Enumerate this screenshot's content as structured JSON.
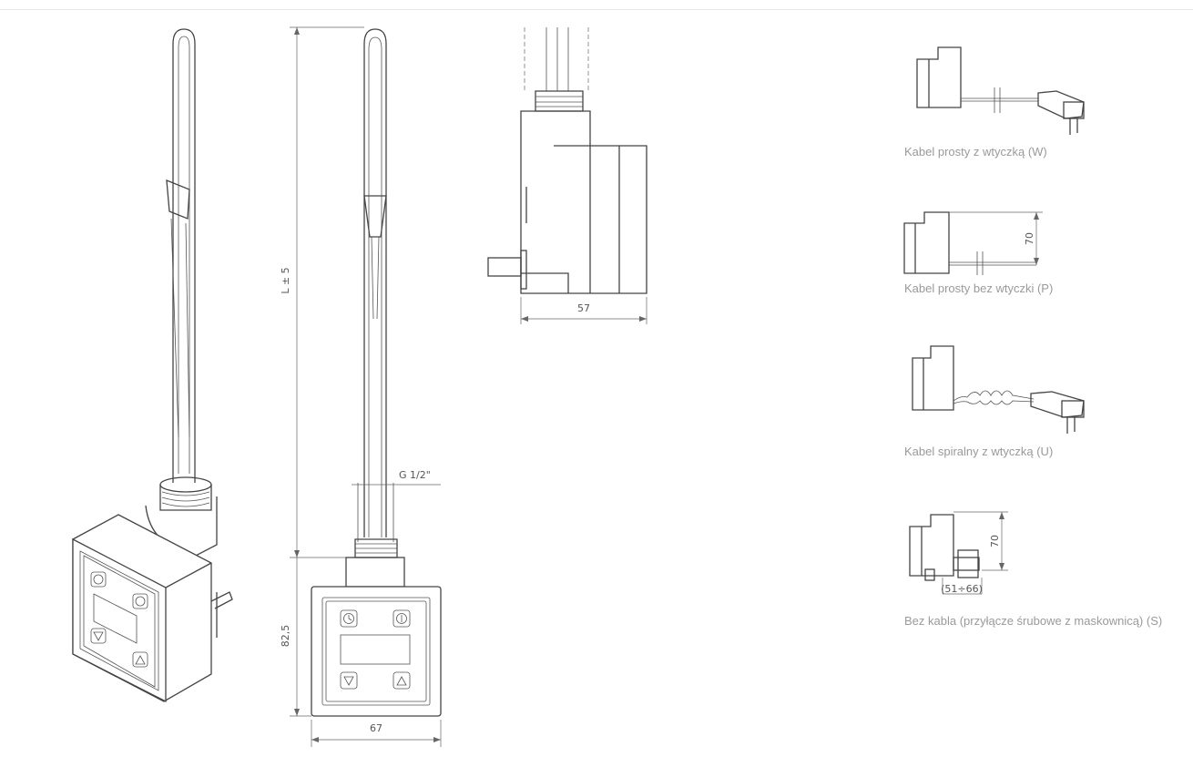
{
  "dimensions": {
    "length": "L ± 5",
    "thread": "G 1/2\"",
    "height": "82,5",
    "width": "67",
    "depth": "57",
    "cable_height_p": "70",
    "cable_height_s": "70",
    "connector_range": "(51÷66)"
  },
  "variants": [
    {
      "label": "Kabel prosty z wtyczką (W)"
    },
    {
      "label": "Kabel prosty bez wtyczki (P)"
    },
    {
      "label": "Kabel spiralny z wtyczką (U)"
    },
    {
      "label": "Bez kabla (przyłącze śrubowe z maskownicą) (S)"
    }
  ]
}
